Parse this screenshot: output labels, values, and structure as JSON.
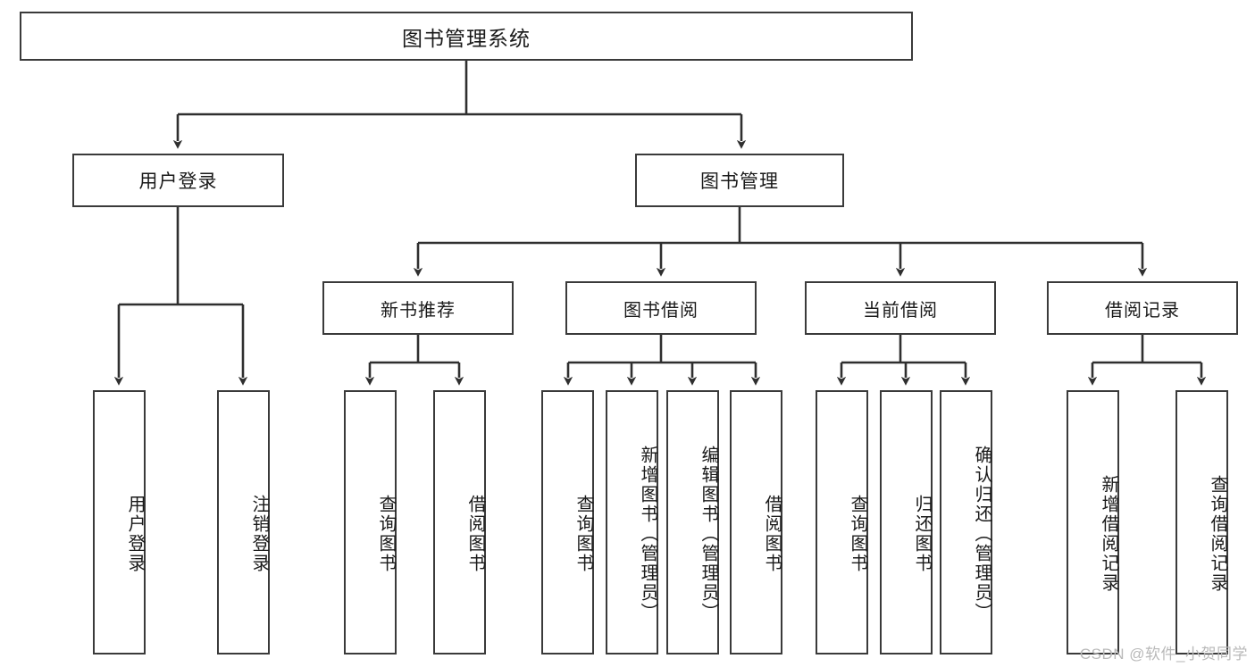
{
  "diagram": {
    "type": "tree-hierarchy",
    "title": "图书管理系统",
    "watermark": "CSDN @软件_小贺同学",
    "colors": {
      "box_border": "#3a3a3a",
      "box_fill": "#ffffff",
      "connector": "#2f2f2f",
      "text": "#1a1a1a",
      "watermark": "#b9b9b9"
    }
  },
  "nodes": {
    "root": {
      "label": "图书管理系统"
    },
    "level1": [
      {
        "label": "用户登录"
      },
      {
        "label": "图书管理"
      }
    ],
    "level2": [
      {
        "label": "新书推荐"
      },
      {
        "label": "图书借阅"
      },
      {
        "label": "当前借阅"
      },
      {
        "label": "借阅记录"
      }
    ],
    "leaves": {
      "user_login": [
        {
          "label": "用户登录"
        },
        {
          "label": "注销登录"
        }
      ],
      "new_book_recommend": [
        {
          "label": "查询图书"
        },
        {
          "label": "借阅图书"
        }
      ],
      "book_borrow": [
        {
          "label": "查询图书"
        },
        {
          "label": "新增图书（管理员）"
        },
        {
          "label": "编辑图书（管理员）"
        },
        {
          "label": "借阅图书"
        }
      ],
      "current_borrow": [
        {
          "label": "查询图书"
        },
        {
          "label": "归还图书"
        },
        {
          "label": "确认归还（管理员）"
        }
      ],
      "borrow_record": [
        {
          "label": "新增借阅记录"
        },
        {
          "label": "查询借阅记录"
        }
      ]
    }
  }
}
